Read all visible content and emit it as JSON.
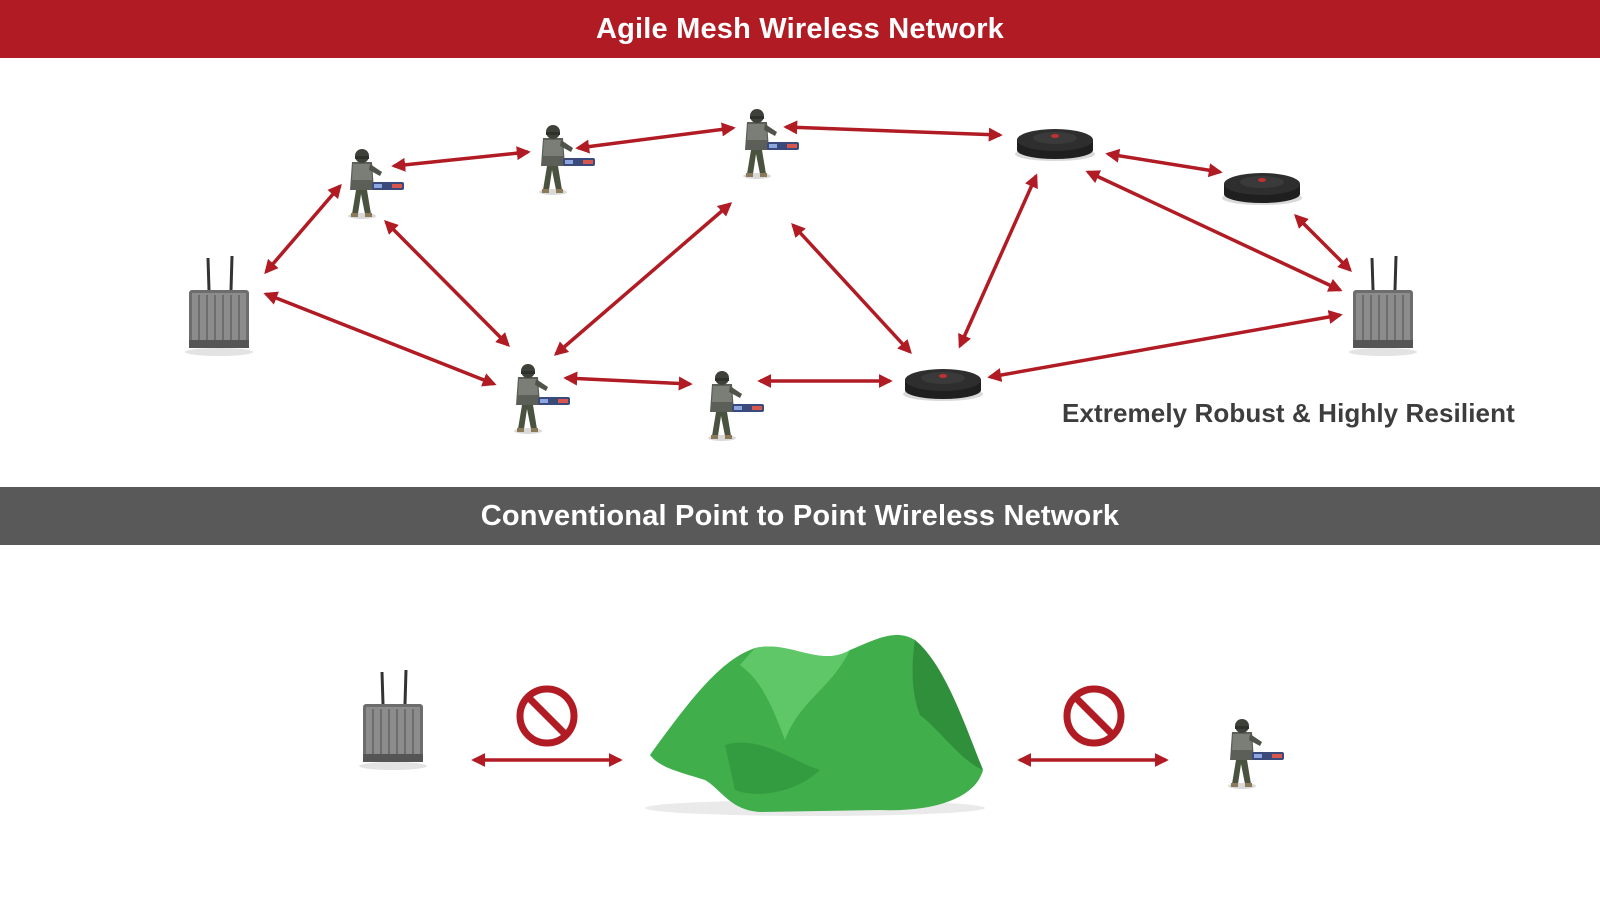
{
  "mesh_section": {
    "title": "Agile Mesh Wireless Network"
  },
  "tagline": "Extremely Robust & Highly Resilient",
  "p2p_section": {
    "title": "Conventional Point to Point Wireless Network"
  },
  "colors": {
    "accent_red": "#b11b24",
    "banner_gray": "#595959",
    "hill_green": "#3fae4b",
    "text_dark": "#3d3d3d"
  },
  "icons": [
    "soldier-icon",
    "radio-base-station-icon",
    "puck-node-icon",
    "hill-obstacle-icon",
    "no-signal-icon"
  ]
}
